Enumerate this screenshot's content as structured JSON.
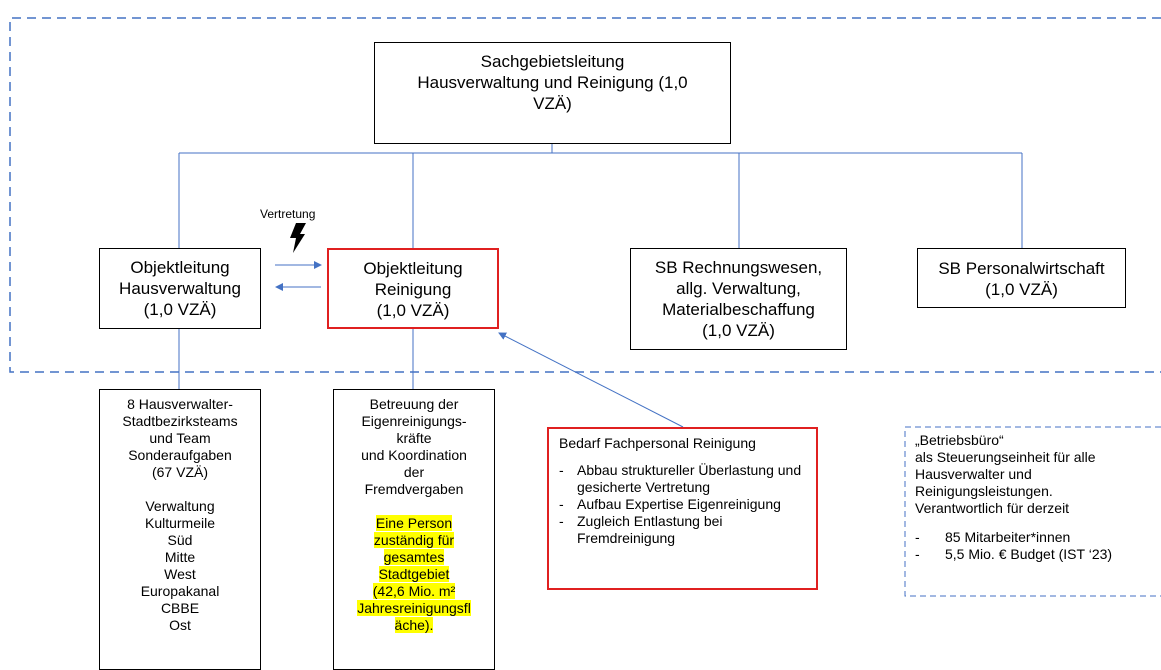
{
  "top": {
    "line1": "Sachgebietsleitung",
    "line2": "Hausverwaltung und Reinigung (1,0",
    "line3": "VZÄ)"
  },
  "ol_hv": {
    "line1": "Objektleitung",
    "line2": "Hausverwaltung",
    "line3": "(1,0 VZÄ)"
  },
  "ol_rein": {
    "line1": "Objektleitung",
    "line2": "Reinigung",
    "line3": "(1,0 VZÄ)"
  },
  "sb_rw": {
    "line1": "SB Rechnungswesen,",
    "line2": "allg. Verwaltung,",
    "line3": "Materialbeschaffung",
    "line4": "(1,0 VZÄ)"
  },
  "sb_pw": {
    "line1": "SB Personalwirtschaft",
    "line2": "(1,0 VZÄ)"
  },
  "vertretung": "Vertretung",
  "hv_teams": {
    "lines": [
      "8 Hausverwalter-",
      "Stadtbezirksteams",
      "und Team",
      "Sonderaufgaben",
      "(67 VZÄ)"
    ],
    "districts": [
      "Verwaltung",
      "Kulturmeile",
      "Süd",
      "Mitte",
      "West",
      "Europakanal",
      "CBBE",
      "Ost"
    ]
  },
  "betreuung": {
    "lines": [
      "Betreuung der",
      "Eigenreinigungs-",
      "kräfte",
      "und Koordination",
      "der",
      "Fremdvergaben"
    ],
    "highlight": [
      "Eine Person",
      "zuständig für",
      "gesamtes",
      "Stadtgebiet",
      "(42,6 Mio. m²",
      "Jahresreinigungsfl",
      "äche)."
    ]
  },
  "bedarf": {
    "title": "Bedarf Fachpersonal Reinigung",
    "items": [
      "Abbau struktureller Überlastung und gesicherte Vertretung",
      "Aufbau Expertise Eigenreinigung",
      "Zugleich Entlastung bei Fremdreinigung"
    ]
  },
  "betriebsbuero": {
    "lines": [
      "„Betriebsbüro“",
      "als Steuerungseinheit für alle",
      "Hausverwalter und",
      "Reinigungsleistungen.",
      "Verantwortlich für derzeit"
    ],
    "items": [
      "85 Mitarbeiter*innen",
      "5,5 Mio. € Budget (IST ‘23)"
    ]
  },
  "colors": {
    "connector": "#4472c4",
    "highlight_border": "#e02020",
    "highlight_fill": "#ffff00"
  }
}
